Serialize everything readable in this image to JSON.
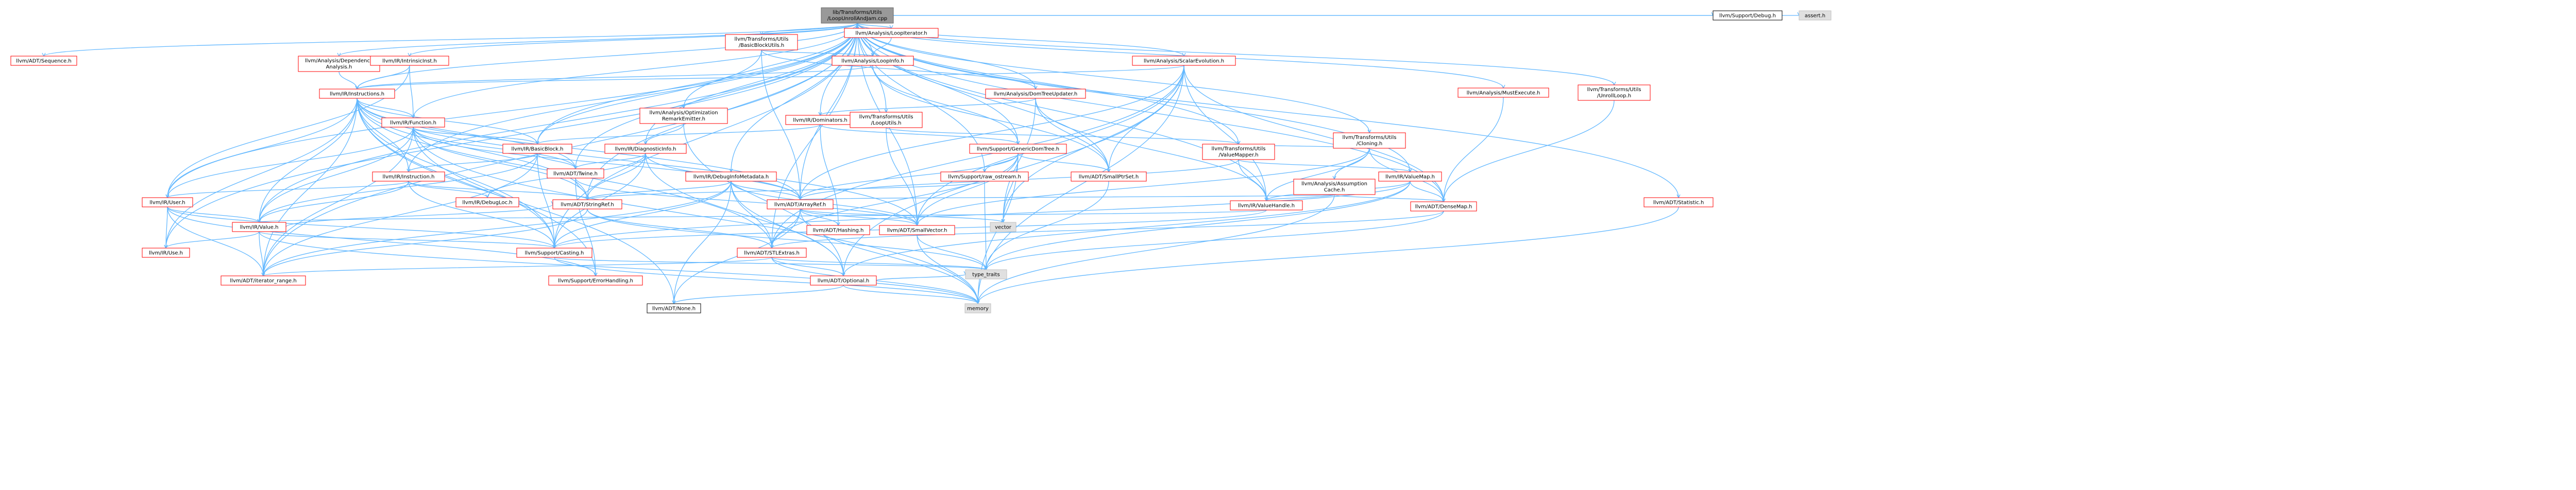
{
  "colors": {
    "red": "#ff0000",
    "black": "#000000",
    "gray_fill": "#e0e0e0",
    "root_fill": "#999999",
    "edge": "#63b8ff"
  },
  "nodes": [
    {
      "id": "root",
      "lines": [
        "lib/Transforms/Utils",
        "/LoopUnrollAndJam.cpp"
      ],
      "style": "root"
    },
    {
      "id": "sequence",
      "lines": [
        "llvm/ADT/Sequence.h"
      ],
      "style": "red"
    },
    {
      "id": "dependence",
      "lines": [
        "llvm/Analysis/Dependence",
        "Analysis.h"
      ],
      "style": "red"
    },
    {
      "id": "intrinsicinst",
      "lines": [
        "llvm/IR/IntrinsicInst.h"
      ],
      "style": "red"
    },
    {
      "id": "basicblockutils",
      "lines": [
        "llvm/Transforms/Utils",
        "/BasicBlockUtils.h"
      ],
      "style": "red"
    },
    {
      "id": "loopiterator",
      "lines": [
        "llvm/Analysis/LoopIterator.h"
      ],
      "style": "red"
    },
    {
      "id": "loopinfo",
      "lines": [
        "llvm/Analysis/LoopInfo.h"
      ],
      "style": "red"
    },
    {
      "id": "scalarevolution",
      "lines": [
        "llvm/Analysis/ScalarEvolution.h"
      ],
      "style": "red"
    },
    {
      "id": "instructions",
      "lines": [
        "llvm/IR/Instructions.h"
      ],
      "style": "red"
    },
    {
      "id": "domtreeupdater",
      "lines": [
        "llvm/Analysis/DomTreeUpdater.h"
      ],
      "style": "red"
    },
    {
      "id": "optremark",
      "lines": [
        "llvm/Analysis/Optimization",
        "RemarkEmitter.h"
      ],
      "style": "red"
    },
    {
      "id": "dominators",
      "lines": [
        "llvm/IR/Dominators.h"
      ],
      "style": "red"
    },
    {
      "id": "looputils",
      "lines": [
        "llvm/Transforms/Utils",
        "/LoopUtils.h"
      ],
      "style": "red"
    },
    {
      "id": "function",
      "lines": [
        "llvm/IR/Function.h"
      ],
      "style": "red"
    },
    {
      "id": "basicblock",
      "lines": [
        "llvm/IR/BasicBlock.h"
      ],
      "style": "red"
    },
    {
      "id": "diaginfo",
      "lines": [
        "llvm/IR/DiagnosticInfo.h"
      ],
      "style": "red"
    },
    {
      "id": "genericdomtree",
      "lines": [
        "llvm/Support/GenericDomTree.h"
      ],
      "style": "red"
    },
    {
      "id": "debuginfometa",
      "lines": [
        "llvm/IR/DebugInfoMetadata.h"
      ],
      "style": "red"
    },
    {
      "id": "rawostream",
      "lines": [
        "llvm/Support/raw_ostream.h"
      ],
      "style": "red"
    },
    {
      "id": "twine",
      "lines": [
        "llvm/ADT/Twine.h"
      ],
      "style": "red"
    },
    {
      "id": "instruction",
      "lines": [
        "llvm/IR/Instruction.h"
      ],
      "style": "red"
    },
    {
      "id": "smallptrset",
      "lines": [
        "llvm/ADT/SmallPtrSet.h"
      ],
      "style": "red"
    },
    {
      "id": "valuemapper",
      "lines": [
        "llvm/Transforms/Utils",
        "/ValueMapper.h"
      ],
      "style": "red"
    },
    {
      "id": "cloning",
      "lines": [
        "llvm/Transforms/Utils",
        "/Cloning.h"
      ],
      "style": "red"
    },
    {
      "id": "assumptioncache",
      "lines": [
        "llvm/Analysis/Assumption",
        "Cache.h"
      ],
      "style": "red"
    },
    {
      "id": "valuemap",
      "lines": [
        "llvm/IR/ValueMap.h"
      ],
      "style": "red"
    },
    {
      "id": "mustexecute",
      "lines": [
        "llvm/Analysis/MustExecute.h"
      ],
      "style": "red"
    },
    {
      "id": "unrollloop",
      "lines": [
        "llvm/Transforms/Utils",
        "/UnrollLoop.h"
      ],
      "style": "red"
    },
    {
      "id": "statistic",
      "lines": [
        "llvm/ADT/Statistic.h"
      ],
      "style": "red"
    },
    {
      "id": "user",
      "lines": [
        "llvm/IR/User.h"
      ],
      "style": "red"
    },
    {
      "id": "value",
      "lines": [
        "llvm/IR/Value.h"
      ],
      "style": "red"
    },
    {
      "id": "debugloc",
      "lines": [
        "llvm/IR/DebugLoc.h"
      ],
      "style": "red"
    },
    {
      "id": "stringref",
      "lines": [
        "llvm/ADT/StringRef.h"
      ],
      "style": "red"
    },
    {
      "id": "arrayref",
      "lines": [
        "llvm/ADT/ArrayRef.h"
      ],
      "style": "red"
    },
    {
      "id": "valuehandle",
      "lines": [
        "llvm/IR/ValueHandle.h"
      ],
      "style": "red"
    },
    {
      "id": "densemap",
      "lines": [
        "llvm/ADT/DenseMap.h"
      ],
      "style": "red"
    },
    {
      "id": "hashing",
      "lines": [
        "llvm/ADT/Hashing.h"
      ],
      "style": "red"
    },
    {
      "id": "smallvector",
      "lines": [
        "llvm/ADT/SmallVector.h"
      ],
      "style": "red"
    },
    {
      "id": "vector",
      "lines": [
        "vector"
      ],
      "style": "gray"
    },
    {
      "id": "use",
      "lines": [
        "llvm/IR/Use.h"
      ],
      "style": "red"
    },
    {
      "id": "casting",
      "lines": [
        "llvm/Support/Casting.h"
      ],
      "style": "red"
    },
    {
      "id": "stlextras",
      "lines": [
        "llvm/ADT/STLExtras.h"
      ],
      "style": "red"
    },
    {
      "id": "iterrange",
      "lines": [
        "llvm/ADT/iterator_range.h"
      ],
      "style": "red"
    },
    {
      "id": "errorhandling",
      "lines": [
        "llvm/Support/ErrorHandling.h"
      ],
      "style": "red"
    },
    {
      "id": "typetraits",
      "lines": [
        "type_traits"
      ],
      "style": "gray"
    },
    {
      "id": "optional",
      "lines": [
        "llvm/ADT/Optional.h"
      ],
      "style": "red"
    },
    {
      "id": "none",
      "lines": [
        "llvm/ADT/None.h"
      ],
      "style": "black"
    },
    {
      "id": "memory",
      "lines": [
        "memory"
      ],
      "style": "gray"
    },
    {
      "id": "supportdebug",
      "lines": [
        "llvm/Support/Debug.h"
      ],
      "style": "black"
    },
    {
      "id": "assert",
      "lines": [
        "assert.h"
      ],
      "style": "gray"
    }
  ],
  "edges": [
    [
      "root",
      "sequence"
    ],
    [
      "root",
      "dependence"
    ],
    [
      "root",
      "intrinsicinst"
    ],
    [
      "root",
      "basicblockutils"
    ],
    [
      "root",
      "loopiterator"
    ],
    [
      "root",
      "loopinfo"
    ],
    [
      "root",
      "scalarevolution"
    ],
    [
      "root",
      "instructions"
    ],
    [
      "root",
      "domtreeupdater"
    ],
    [
      "root",
      "optremark"
    ],
    [
      "root",
      "dominators"
    ],
    [
      "root",
      "looputils"
    ],
    [
      "root",
      "function"
    ],
    [
      "root",
      "basicblock"
    ],
    [
      "root",
      "diaginfo"
    ],
    [
      "root",
      "genericdomtree"
    ],
    [
      "root",
      "debuginfometa"
    ],
    [
      "root",
      "rawostream"
    ],
    [
      "root",
      "twine"
    ],
    [
      "root",
      "instruction"
    ],
    [
      "root",
      "smallptrset"
    ],
    [
      "root",
      "valuemapper"
    ],
    [
      "root",
      "cloning"
    ],
    [
      "root",
      "valuemap"
    ],
    [
      "root",
      "mustexecute"
    ],
    [
      "root",
      "unrollloop"
    ],
    [
      "root",
      "statistic"
    ],
    [
      "root",
      "user"
    ],
    [
      "root",
      "value"
    ],
    [
      "root",
      "stringref"
    ],
    [
      "root",
      "arrayref"
    ],
    [
      "root",
      "valuehandle"
    ],
    [
      "root",
      "densemap"
    ],
    [
      "root",
      "smallvector"
    ],
    [
      "root",
      "use"
    ],
    [
      "root",
      "casting"
    ],
    [
      "root",
      "stlextras"
    ],
    [
      "root",
      "iterrange"
    ],
    [
      "root",
      "supportdebug"
    ],
    [
      "root",
      "assert"
    ],
    [
      "dependence",
      "instructions"
    ],
    [
      "intrinsicinst",
      "instructions"
    ],
    [
      "intrinsicinst",
      "function"
    ],
    [
      "intrinsicinst",
      "user"
    ],
    [
      "basicblockutils",
      "loopinfo"
    ],
    [
      "basicblockutils",
      "basicblock"
    ],
    [
      "basicblockutils",
      "domtreeupdater"
    ],
    [
      "basicblockutils",
      "arrayref"
    ],
    [
      "loopiterator",
      "loopinfo"
    ],
    [
      "loopinfo",
      "instructions"
    ],
    [
      "loopinfo",
      "smallptrset"
    ],
    [
      "loopinfo",
      "genericdomtree"
    ],
    [
      "scalarevolution",
      "instructions"
    ],
    [
      "scalarevolution",
      "valuehandle"
    ],
    [
      "scalarevolution",
      "smallptrset"
    ],
    [
      "scalarevolution",
      "densemap"
    ],
    [
      "scalarevolution",
      "arrayref"
    ],
    [
      "scalarevolution",
      "smallvector"
    ],
    [
      "scalarevolution",
      "optional"
    ],
    [
      "scalarevolution",
      "stlextras"
    ],
    [
      "scalarevolution",
      "memory"
    ],
    [
      "scalarevolution",
      "vector"
    ],
    [
      "instructions",
      "function"
    ],
    [
      "instructions",
      "basicblock"
    ],
    [
      "instructions",
      "instruction"
    ],
    [
      "instructions",
      "twine"
    ],
    [
      "instructions",
      "user"
    ],
    [
      "instructions",
      "value"
    ],
    [
      "instructions",
      "use"
    ],
    [
      "instructions",
      "stringref"
    ],
    [
      "instructions",
      "arrayref"
    ],
    [
      "instructions",
      "casting"
    ],
    [
      "instructions",
      "iterrange"
    ],
    [
      "instructions",
      "errorhandling"
    ],
    [
      "instructions",
      "stlextras"
    ],
    [
      "instructions",
      "none"
    ],
    [
      "instructions",
      "smallvector"
    ],
    [
      "domtreeupdater",
      "dominators"
    ],
    [
      "domtreeupdater",
      "smallptrset"
    ],
    [
      "domtreeupdater",
      "valuehandle"
    ],
    [
      "domtreeupdater",
      "vector"
    ],
    [
      "optremark",
      "diaginfo"
    ],
    [
      "optremark",
      "optional"
    ],
    [
      "dominators",
      "basicblock"
    ],
    [
      "dominators",
      "genericdomtree"
    ],
    [
      "dominators",
      "hashing"
    ],
    [
      "looputils",
      "valuemapper"
    ],
    [
      "looputils",
      "smallvector"
    ],
    [
      "function",
      "basicblock"
    ],
    [
      "function",
      "twine"
    ],
    [
      "function",
      "value"
    ],
    [
      "function",
      "stringref"
    ],
    [
      "function",
      "casting"
    ],
    [
      "function",
      "iterrange"
    ],
    [
      "function",
      "memory"
    ],
    [
      "function",
      "user"
    ],
    [
      "function",
      "arrayref"
    ],
    [
      "basicblock",
      "instruction"
    ],
    [
      "basicblock",
      "twine"
    ],
    [
      "basicblock",
      "value"
    ],
    [
      "basicblock",
      "casting"
    ],
    [
      "basicblock",
      "iterrange"
    ],
    [
      "diaginfo",
      "debugloc"
    ],
    [
      "diaginfo",
      "stringref"
    ],
    [
      "diaginfo",
      "twine"
    ],
    [
      "diaginfo",
      "arrayref"
    ],
    [
      "diaginfo",
      "casting"
    ],
    [
      "diaginfo",
      "optional"
    ],
    [
      "genericdomtree",
      "smallptrset"
    ],
    [
      "genericdomtree",
      "smallvector"
    ],
    [
      "genericdomtree",
      "arrayref"
    ],
    [
      "genericdomtree",
      "rawostream"
    ],
    [
      "genericdomtree",
      "stlextras"
    ],
    [
      "genericdomtree",
      "memory"
    ],
    [
      "genericdomtree",
      "vector"
    ],
    [
      "debuginfometa",
      "arrayref"
    ],
    [
      "debuginfometa",
      "stringref"
    ],
    [
      "debuginfometa",
      "stlextras"
    ],
    [
      "debuginfometa",
      "optional"
    ],
    [
      "debuginfometa",
      "casting"
    ],
    [
      "debuginfometa",
      "iterrange"
    ],
    [
      "debuginfometa",
      "smallvector"
    ],
    [
      "debuginfometa",
      "none"
    ],
    [
      "rawostream",
      "stringref"
    ],
    [
      "rawostream",
      "typetraits"
    ],
    [
      "twine",
      "stringref"
    ],
    [
      "twine",
      "smallvector"
    ],
    [
      "twine",
      "errorhandling"
    ],
    [
      "instruction",
      "debugloc"
    ],
    [
      "instruction",
      "user"
    ],
    [
      "instruction",
      "value"
    ],
    [
      "instruction",
      "stringref"
    ],
    [
      "instruction",
      "casting"
    ],
    [
      "smallptrset",
      "typetraits"
    ],
    [
      "valuemapper",
      "valuemap"
    ],
    [
      "valuemapper",
      "valuehandle"
    ],
    [
      "valuemapper",
      "arrayref"
    ],
    [
      "cloning",
      "valuemapper"
    ],
    [
      "cloning",
      "assumptioncache"
    ],
    [
      "cloning",
      "valuehandle"
    ],
    [
      "cloning",
      "smallvector"
    ],
    [
      "cloning",
      "densemap"
    ],
    [
      "assumptioncache",
      "valuehandle"
    ],
    [
      "assumptioncache",
      "densemap"
    ],
    [
      "assumptioncache",
      "arrayref"
    ],
    [
      "assumptioncache",
      "memory"
    ],
    [
      "valuemap",
      "densemap"
    ],
    [
      "valuemap",
      "valuehandle"
    ],
    [
      "valuemap",
      "optional"
    ],
    [
      "valuemap",
      "casting"
    ],
    [
      "valuemap",
      "typetraits"
    ],
    [
      "mustexecute",
      "densemap"
    ],
    [
      "unrollloop",
      "densemap"
    ],
    [
      "statistic",
      "memory"
    ],
    [
      "user",
      "value"
    ],
    [
      "user",
      "use"
    ],
    [
      "user",
      "casting"
    ],
    [
      "user",
      "iterrange"
    ],
    [
      "user",
      "errorhandling"
    ],
    [
      "value",
      "use"
    ],
    [
      "value",
      "casting"
    ],
    [
      "value",
      "iterrange"
    ],
    [
      "value",
      "stringref"
    ],
    [
      "value",
      "memory"
    ],
    [
      "stringref",
      "stlextras"
    ],
    [
      "stringref",
      "iterrange"
    ],
    [
      "stringref",
      "typetraits"
    ],
    [
      "arrayref",
      "hashing"
    ],
    [
      "arrayref",
      "none"
    ],
    [
      "arrayref",
      "smallvector"
    ],
    [
      "arrayref",
      "stlextras"
    ],
    [
      "arrayref",
      "memory"
    ],
    [
      "arrayref",
      "vector"
    ],
    [
      "valuehandle",
      "value"
    ],
    [
      "valuehandle",
      "casting"
    ],
    [
      "densemap",
      "stlextras"
    ],
    [
      "densemap",
      "typetraits"
    ],
    [
      "smallvector",
      "typetraits"
    ],
    [
      "smallvector",
      "memory"
    ],
    [
      "casting",
      "typetraits"
    ],
    [
      "casting",
      "memory"
    ],
    [
      "stlextras",
      "optional"
    ],
    [
      "stlextras",
      "iterrange"
    ],
    [
      "stlextras",
      "memory"
    ],
    [
      "stlextras",
      "typetraits"
    ],
    [
      "optional",
      "none"
    ],
    [
      "optional",
      "memory"
    ],
    [
      "optional",
      "typetraits"
    ]
  ]
}
